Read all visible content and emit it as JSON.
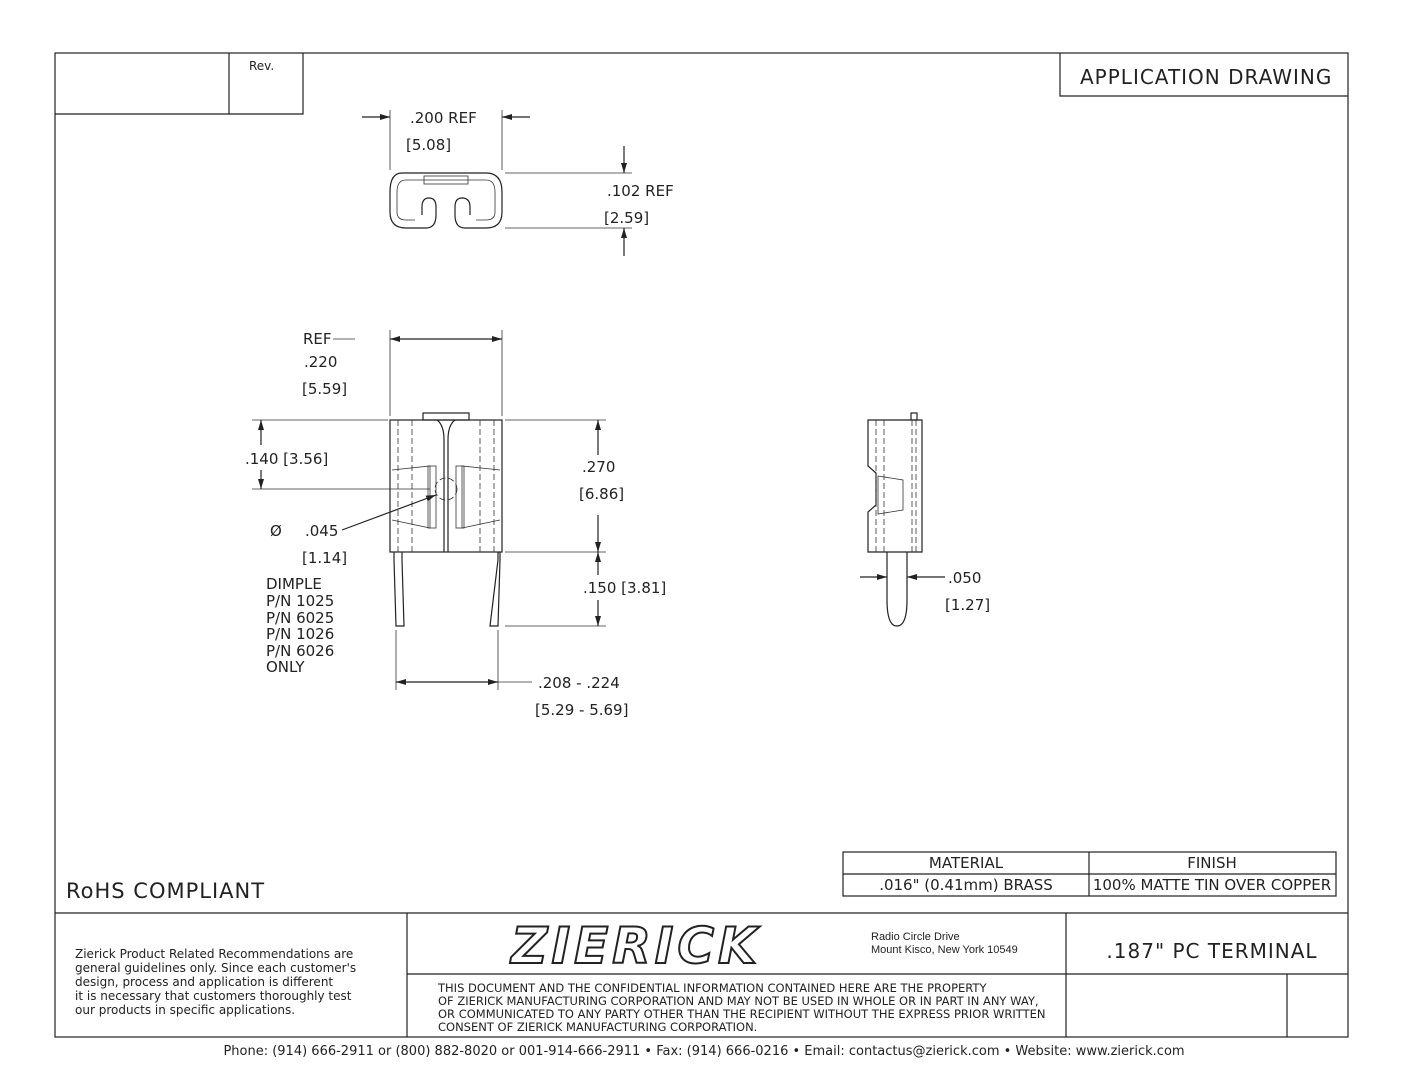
{
  "title_block": {
    "rev_label": "Rev.",
    "drawing_type": "APPLICATION DRAWING",
    "rohs": "RoHS COMPLIANT",
    "material_header": "MATERIAL",
    "material_value": ".016\" (0.41mm) BRASS",
    "finish_header": "FINISH",
    "finish_value": "100% MATTE TIN OVER COPPER",
    "company": "ZIERICK",
    "address_line1": "Radio Circle Drive",
    "address_line2": "Mount Kisco, New York 10549",
    "part_title": ".187\" PC TERMINAL",
    "disclaimer": [
      "Zierick Product Related Recommendations are",
      "general guidelines only. Since each customer's",
      "design, process and application is different",
      "it is necessary that customers thoroughly test",
      "our products in specific applications."
    ],
    "confidential": [
      "THIS DOCUMENT AND THE CONFIDENTIAL INFORMATION CONTAINED HERE ARE THE PROPERTY",
      "OF ZIERICK MANUFACTURING CORPORATION AND MAY NOT BE USED IN WHOLE OR IN PART IN ANY WAY,",
      "OR COMMUNICATED TO ANY PARTY OTHER THAN THE RECIPIENT WITHOUT THE EXPRESS PRIOR WRITTEN",
      "CONSENT OF ZIERICK MANUFACTURING CORPORATION."
    ]
  },
  "dimensions": {
    "top_width": ".200  REF",
    "top_width_mm": "[5.08]",
    "top_height": ".102  REF",
    "top_height_mm": "[2.59]",
    "ref_label": "REF",
    "front_width": ".220",
    "front_width_mm": "[5.59]",
    "dimple_height": ".140 [3.56]",
    "body_height": ".270",
    "body_height_mm": "[6.86]",
    "dimple_symbol": "Ø",
    "dimple_dia": ".045",
    "dimple_dia_mm": "[1.14]",
    "pin_length": ".150 [3.81]",
    "pin_span": ".208 - .224",
    "pin_span_mm": "[5.29 - 5.69]",
    "pin_thickness": ".050",
    "pin_thickness_mm": "[1.27]",
    "dimple_note": [
      "DIMPLE",
      "P/N 1025",
      "P/N 6025",
      "P/N 1026",
      "P/N 6026",
      " ONLY"
    ]
  },
  "footer": "Phone: (914) 666-2911 or (800) 882-8020 or 001-914-666-2911 • Fax: (914) 666-0216 • Email: contactus@zierick.com • Website: www.zierick.com"
}
